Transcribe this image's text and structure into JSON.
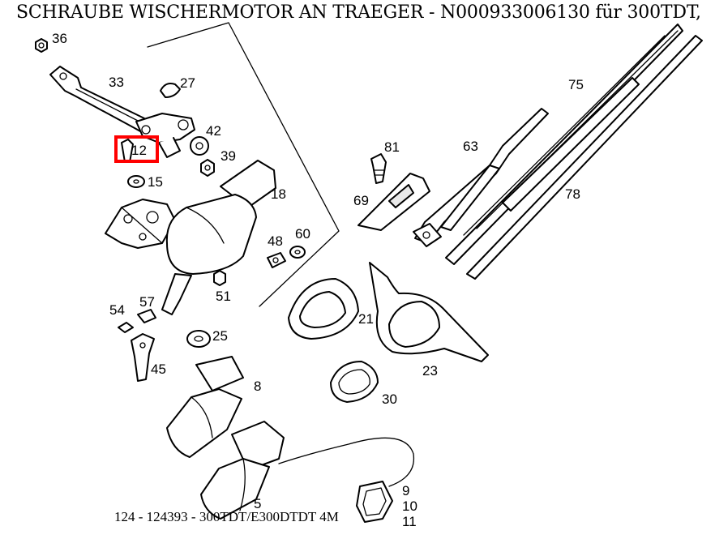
{
  "title": "SCHRAUBE WISCHERMOTOR AN TRAEGER - N000933006130 für 300TDT,",
  "footer": "124 - 124393 - 300TDT/E300DTDT 4M",
  "highlight": {
    "part": "12",
    "color": "#ff0000"
  },
  "labels": [
    {
      "id": "36",
      "text": "36"
    },
    {
      "id": "33",
      "text": "33"
    },
    {
      "id": "27",
      "text": "27"
    },
    {
      "id": "42",
      "text": "42"
    },
    {
      "id": "12",
      "text": "12"
    },
    {
      "id": "39",
      "text": "39"
    },
    {
      "id": "15",
      "text": "15"
    },
    {
      "id": "18",
      "text": "18"
    },
    {
      "id": "48",
      "text": "48"
    },
    {
      "id": "60",
      "text": "60"
    },
    {
      "id": "51",
      "text": "51"
    },
    {
      "id": "57",
      "text": "57"
    },
    {
      "id": "54",
      "text": "54"
    },
    {
      "id": "25",
      "text": "25"
    },
    {
      "id": "45",
      "text": "45"
    },
    {
      "id": "8",
      "text": "8"
    },
    {
      "id": "5",
      "text": "5"
    },
    {
      "id": "9",
      "text": "9"
    },
    {
      "id": "10",
      "text": "10"
    },
    {
      "id": "11",
      "text": "11"
    },
    {
      "id": "81",
      "text": "81"
    },
    {
      "id": "63",
      "text": "63"
    },
    {
      "id": "69",
      "text": "69"
    },
    {
      "id": "75",
      "text": "75"
    },
    {
      "id": "78",
      "text": "78"
    },
    {
      "id": "21",
      "text": "21"
    },
    {
      "id": "23",
      "text": "23"
    },
    {
      "id": "30",
      "text": "30"
    }
  ]
}
